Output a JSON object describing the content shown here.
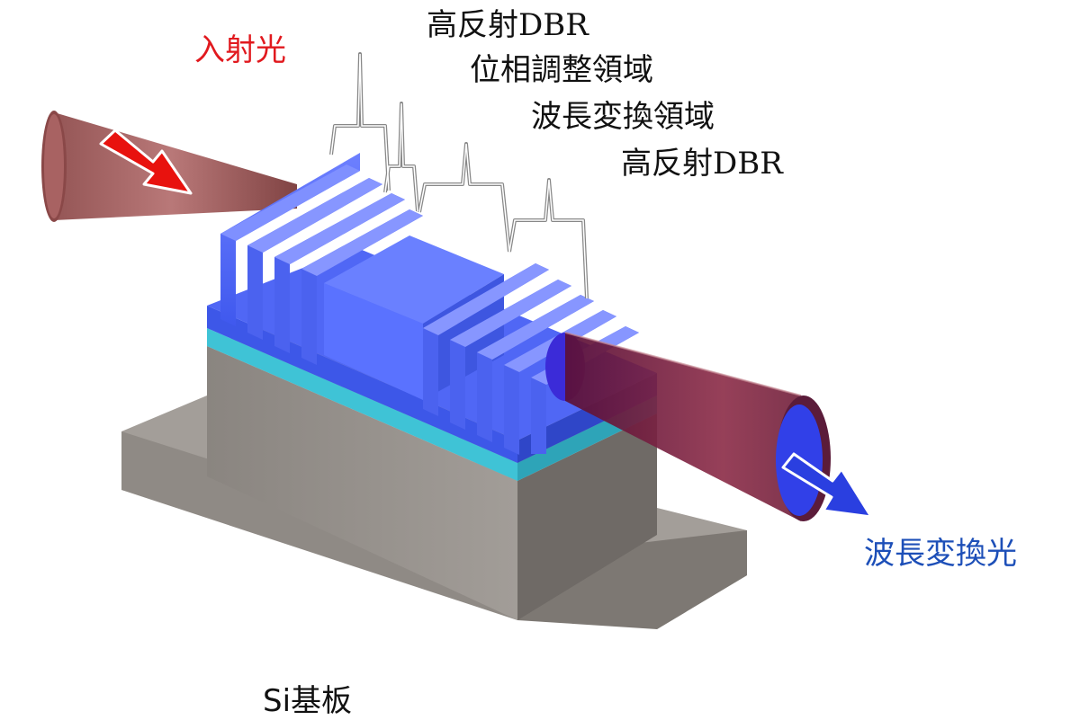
{
  "labels": {
    "incident_light": "入射光",
    "high_reflect_dbr_1": "高反射DBR",
    "phase_adjust_region": "位相調整領域",
    "wavelength_conversion_region": "波長変換領域",
    "high_reflect_dbr_2": "高反射DBR",
    "converted_light": "波長変換光",
    "substrate": "Si基板"
  },
  "colors": {
    "device_blue": "#4a63f2",
    "substrate_gray": "#9a9591",
    "beam_maroon": "#7a2438",
    "input_arrow": "#e8120e",
    "output_arrow": "#2a3fe0",
    "cladding_cyan": "#42c7d8"
  }
}
